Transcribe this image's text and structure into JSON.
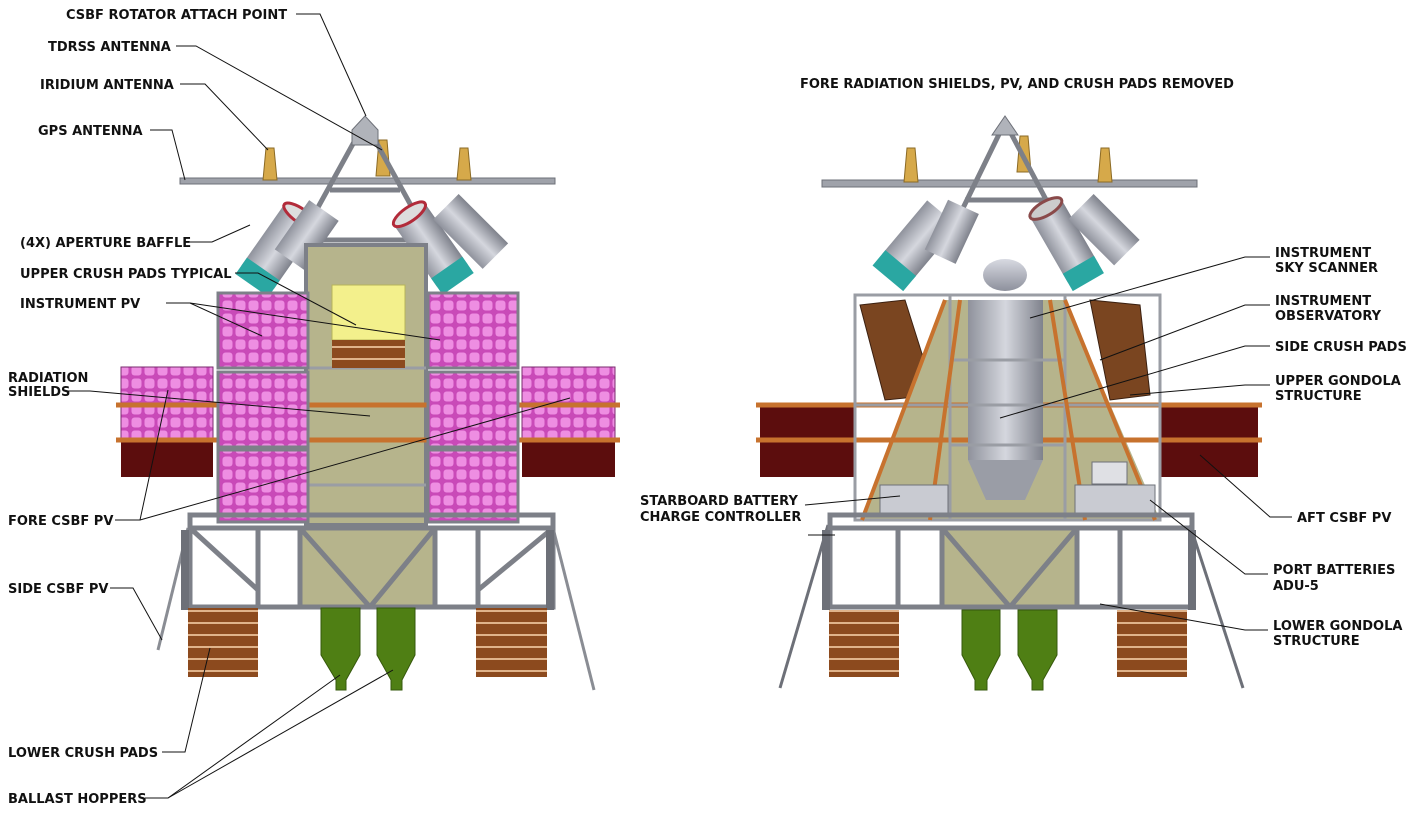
{
  "left_view": {
    "labels": {
      "rotator": "CSBF ROTATOR ATTACH POINT",
      "tdrss": "TDRSS ANTENNA",
      "iridium": "IRIDIUM ANTENNA",
      "gps": "GPS ANTENNA",
      "baffle": "(4X) APERTURE BAFFLE",
      "upper_crush": "UPPER CRUSH PADS TYPICAL",
      "instrument_pv": "INSTRUMENT PV",
      "radiation_1": "RADIATION",
      "radiation_2": "SHIELDS",
      "fore_pv": "FORE CSBF PV",
      "side_pv": "SIDE CSBF PV",
      "lower_crush": "LOWER CRUSH PADS",
      "ballast": "BALLAST HOPPERS"
    }
  },
  "right_view": {
    "title": "FORE RADIATION SHIELDS, PV, AND CRUSH PADS REMOVED",
    "labels": {
      "sky_1": "INSTRUMENT",
      "sky_2": "SKY SCANNER",
      "obs_1": "INSTRUMENT",
      "obs_2": "OBSERVATORY",
      "side_crush": "SIDE CRUSH PADS",
      "upper_1": "UPPER GONDOLA",
      "upper_2": "STRUCTURE",
      "aft_pv": "AFT CSBF PV",
      "starboard_1": "STARBOARD BATTERY",
      "starboard_2": "CHARGE CONTROLLER",
      "port_1": "PORT BATTERIES",
      "port_2": "ADU-5",
      "lower_1": "LOWER GONDOLA",
      "lower_2": "STRUCTURE"
    }
  },
  "colors": {
    "pv_pink": "#e77fd9",
    "cell_pink": "#d24ec2",
    "shield_red": "#5c0d0d",
    "crush_yellow": "#f3f08c",
    "crush_brown": "#8c4a1e",
    "hopper_green": "#4f7f14",
    "olive": "#b6b48c",
    "antenna_gold": "#d6a94a",
    "baffle_teal": "#2aa7a2"
  }
}
